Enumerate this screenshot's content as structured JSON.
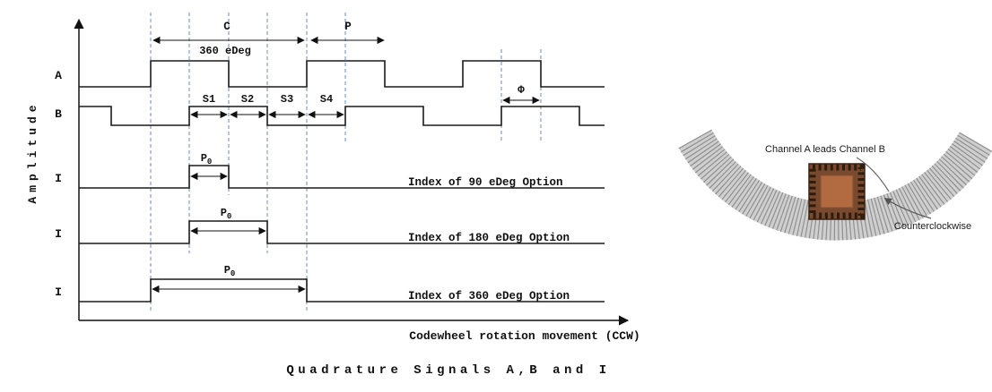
{
  "colors": {
    "waveform": "#1a1a1a",
    "dashed_guide": "#6b8cba",
    "arrow": "#111111",
    "wheel_base": "#cfcfcf",
    "wheel_slats": "#909090",
    "chip_body": "#7a4a2e",
    "chip_die": "#b26b41"
  },
  "timing_diagram": {
    "y_axis_label": "Amplitude",
    "x_axis_label": "Codewheel rotation movement (CCW)",
    "caption": "Quadrature Signals A,B and I",
    "channel_labels": {
      "a": "A",
      "b": "B",
      "i90": "I",
      "i180": "I",
      "i360": "I"
    },
    "measurements": {
      "c": "C",
      "c_note": "360 eDeg",
      "p": "P",
      "s1": "S1",
      "s2": "S2",
      "s3": "S3",
      "s4": "S4",
      "phase": "Φ",
      "p0_main": "P",
      "p0_sub": "0"
    },
    "index_options": [
      "Index of 90 eDeg Option",
      "Index of 180 eDeg Option",
      "Index of 360 eDeg Option"
    ]
  },
  "illustration": {
    "channel_note": "Channel A leads Channel B",
    "direction_label": "Counterclockwise"
  }
}
